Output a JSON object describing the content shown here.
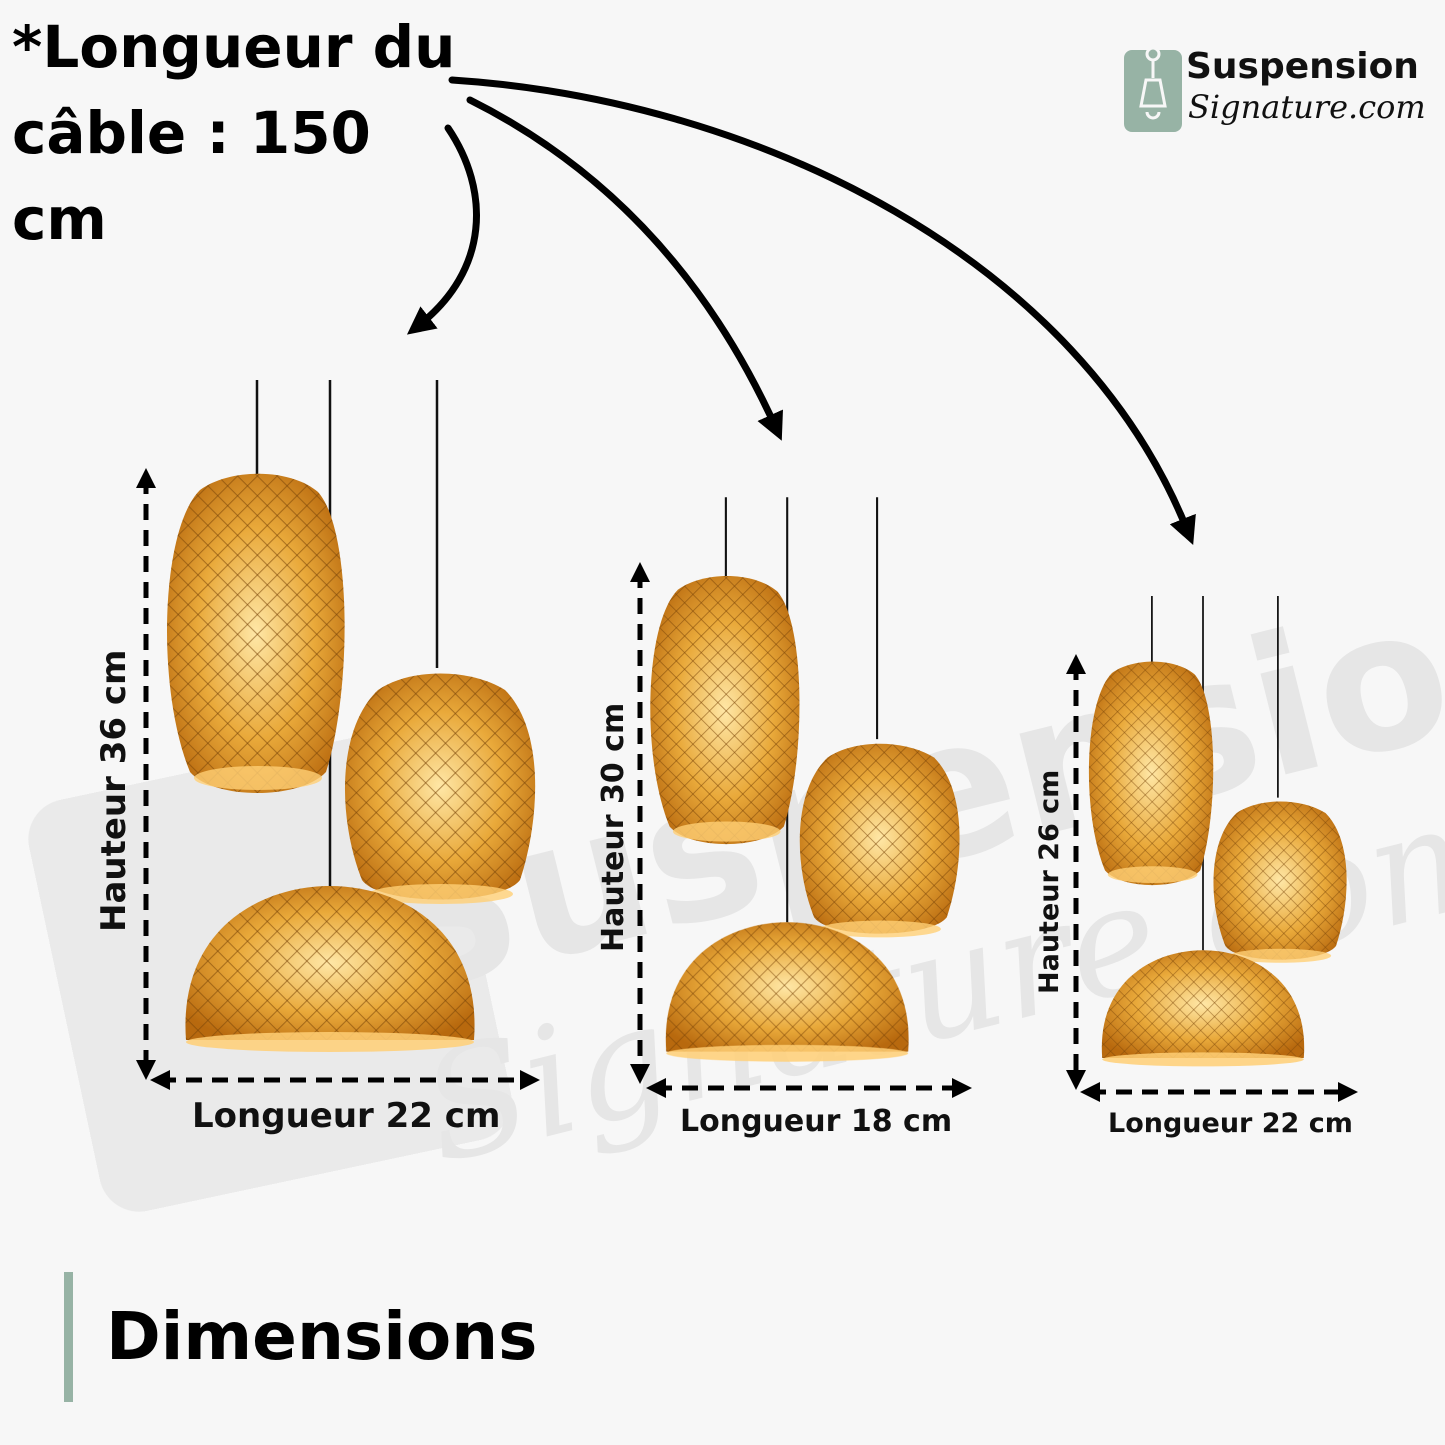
{
  "headline": {
    "line1": "*Longueur du",
    "line2": "câble : 150 cm"
  },
  "logo": {
    "word1": "Suspension",
    "word2": "Signature.com",
    "color": "#97b3a5"
  },
  "watermark": {
    "line1": "Suspension",
    "line2": "Signature.com"
  },
  "lamp_sets": [
    {
      "height_label": "Hauteur 36 cm",
      "length_label": "Longueur 22 cm"
    },
    {
      "height_label": "Hauteur 30 cm",
      "length_label": "Longueur 18 cm"
    },
    {
      "height_label": "Hauteur 26 cm",
      "length_label": "Longueur 22 cm"
    }
  ],
  "footer": {
    "title": "Dimensions",
    "accent": "#97b3a5"
  },
  "colors": {
    "rattan": "#d98f1f",
    "rattan_light": "#f6c25a",
    "background": "#f7f7f7"
  }
}
